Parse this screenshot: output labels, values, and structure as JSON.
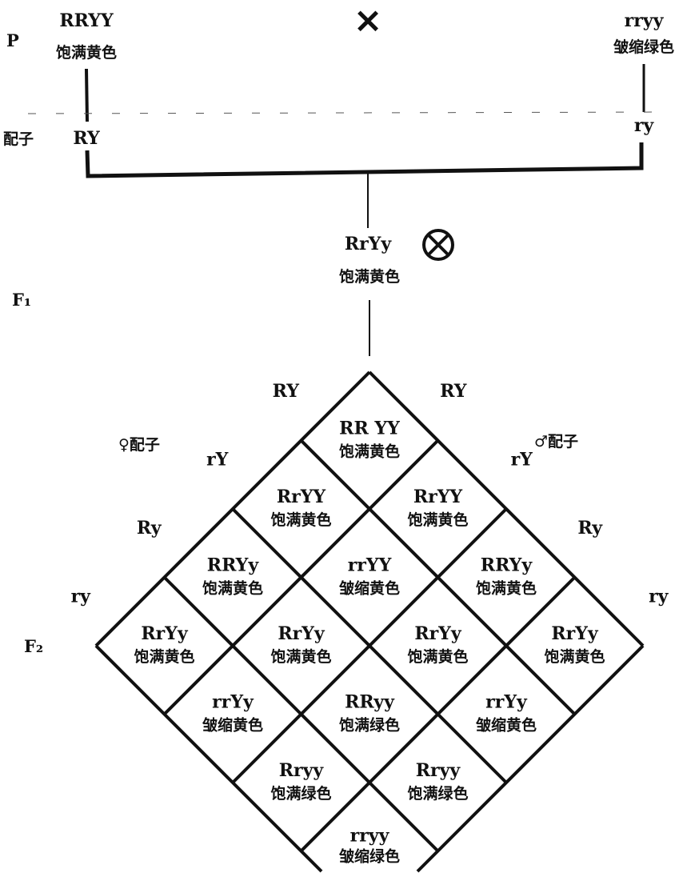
{
  "parents": {
    "generation_label": "P",
    "cross_symbol": "×",
    "left": {
      "genotype": "RRYY",
      "phenotype": "饱满黄色",
      "gamete": "RY"
    },
    "right": {
      "genotype": "rryy",
      "phenotype": "皱缩绿色",
      "gamete": "ry"
    },
    "gamete_label": "配子"
  },
  "f1": {
    "generation_label": "F₁",
    "genotype": "RrYy",
    "phenotype": "饱满黄色",
    "selfing_symbol": "⊗"
  },
  "f2": {
    "generation_label": "F₂",
    "female_gamete_label": "♀配子",
    "male_gamete_label": "♂配子",
    "female_gametes": [
      "RY",
      "rY",
      "Ry",
      "ry"
    ],
    "male_gametes": [
      "RY",
      "rY",
      "Ry",
      "ry"
    ],
    "cells": [
      [
        {
          "g": "RR YY",
          "p": "饱满黄色"
        },
        {
          "g": "RrYY",
          "p": "饱满黄色"
        },
        {
          "g": "RRYy",
          "p": "饱满黄色"
        },
        {
          "g": "RrYy",
          "p": "饱满黄色"
        }
      ],
      [
        {
          "g": "RrYY",
          "p": "饱满黄色"
        },
        {
          "g": "rrYY",
          "p": "皱缩黄色"
        },
        {
          "g": "RrYy",
          "p": "饱满黄色"
        },
        {
          "g": "rrYy",
          "p": "皱缩黄色"
        }
      ],
      [
        {
          "g": "RRYy",
          "p": "饱满黄色"
        },
        {
          "g": "RrYy",
          "p": "饱满黄色"
        },
        {
          "g": "RRyy",
          "p": "饱满绿色"
        },
        {
          "g": "Rryy",
          "p": "饱满绿色"
        }
      ],
      [
        {
          "g": "RrYy",
          "p": "饱满黄色"
        },
        {
          "g": "rrYy",
          "p": "皱缩黄色"
        },
        {
          "g": "Rryy",
          "p": "饱满绿色"
        },
        {
          "g": "rryy",
          "p": "皱缩绿色"
        }
      ]
    ]
  }
}
